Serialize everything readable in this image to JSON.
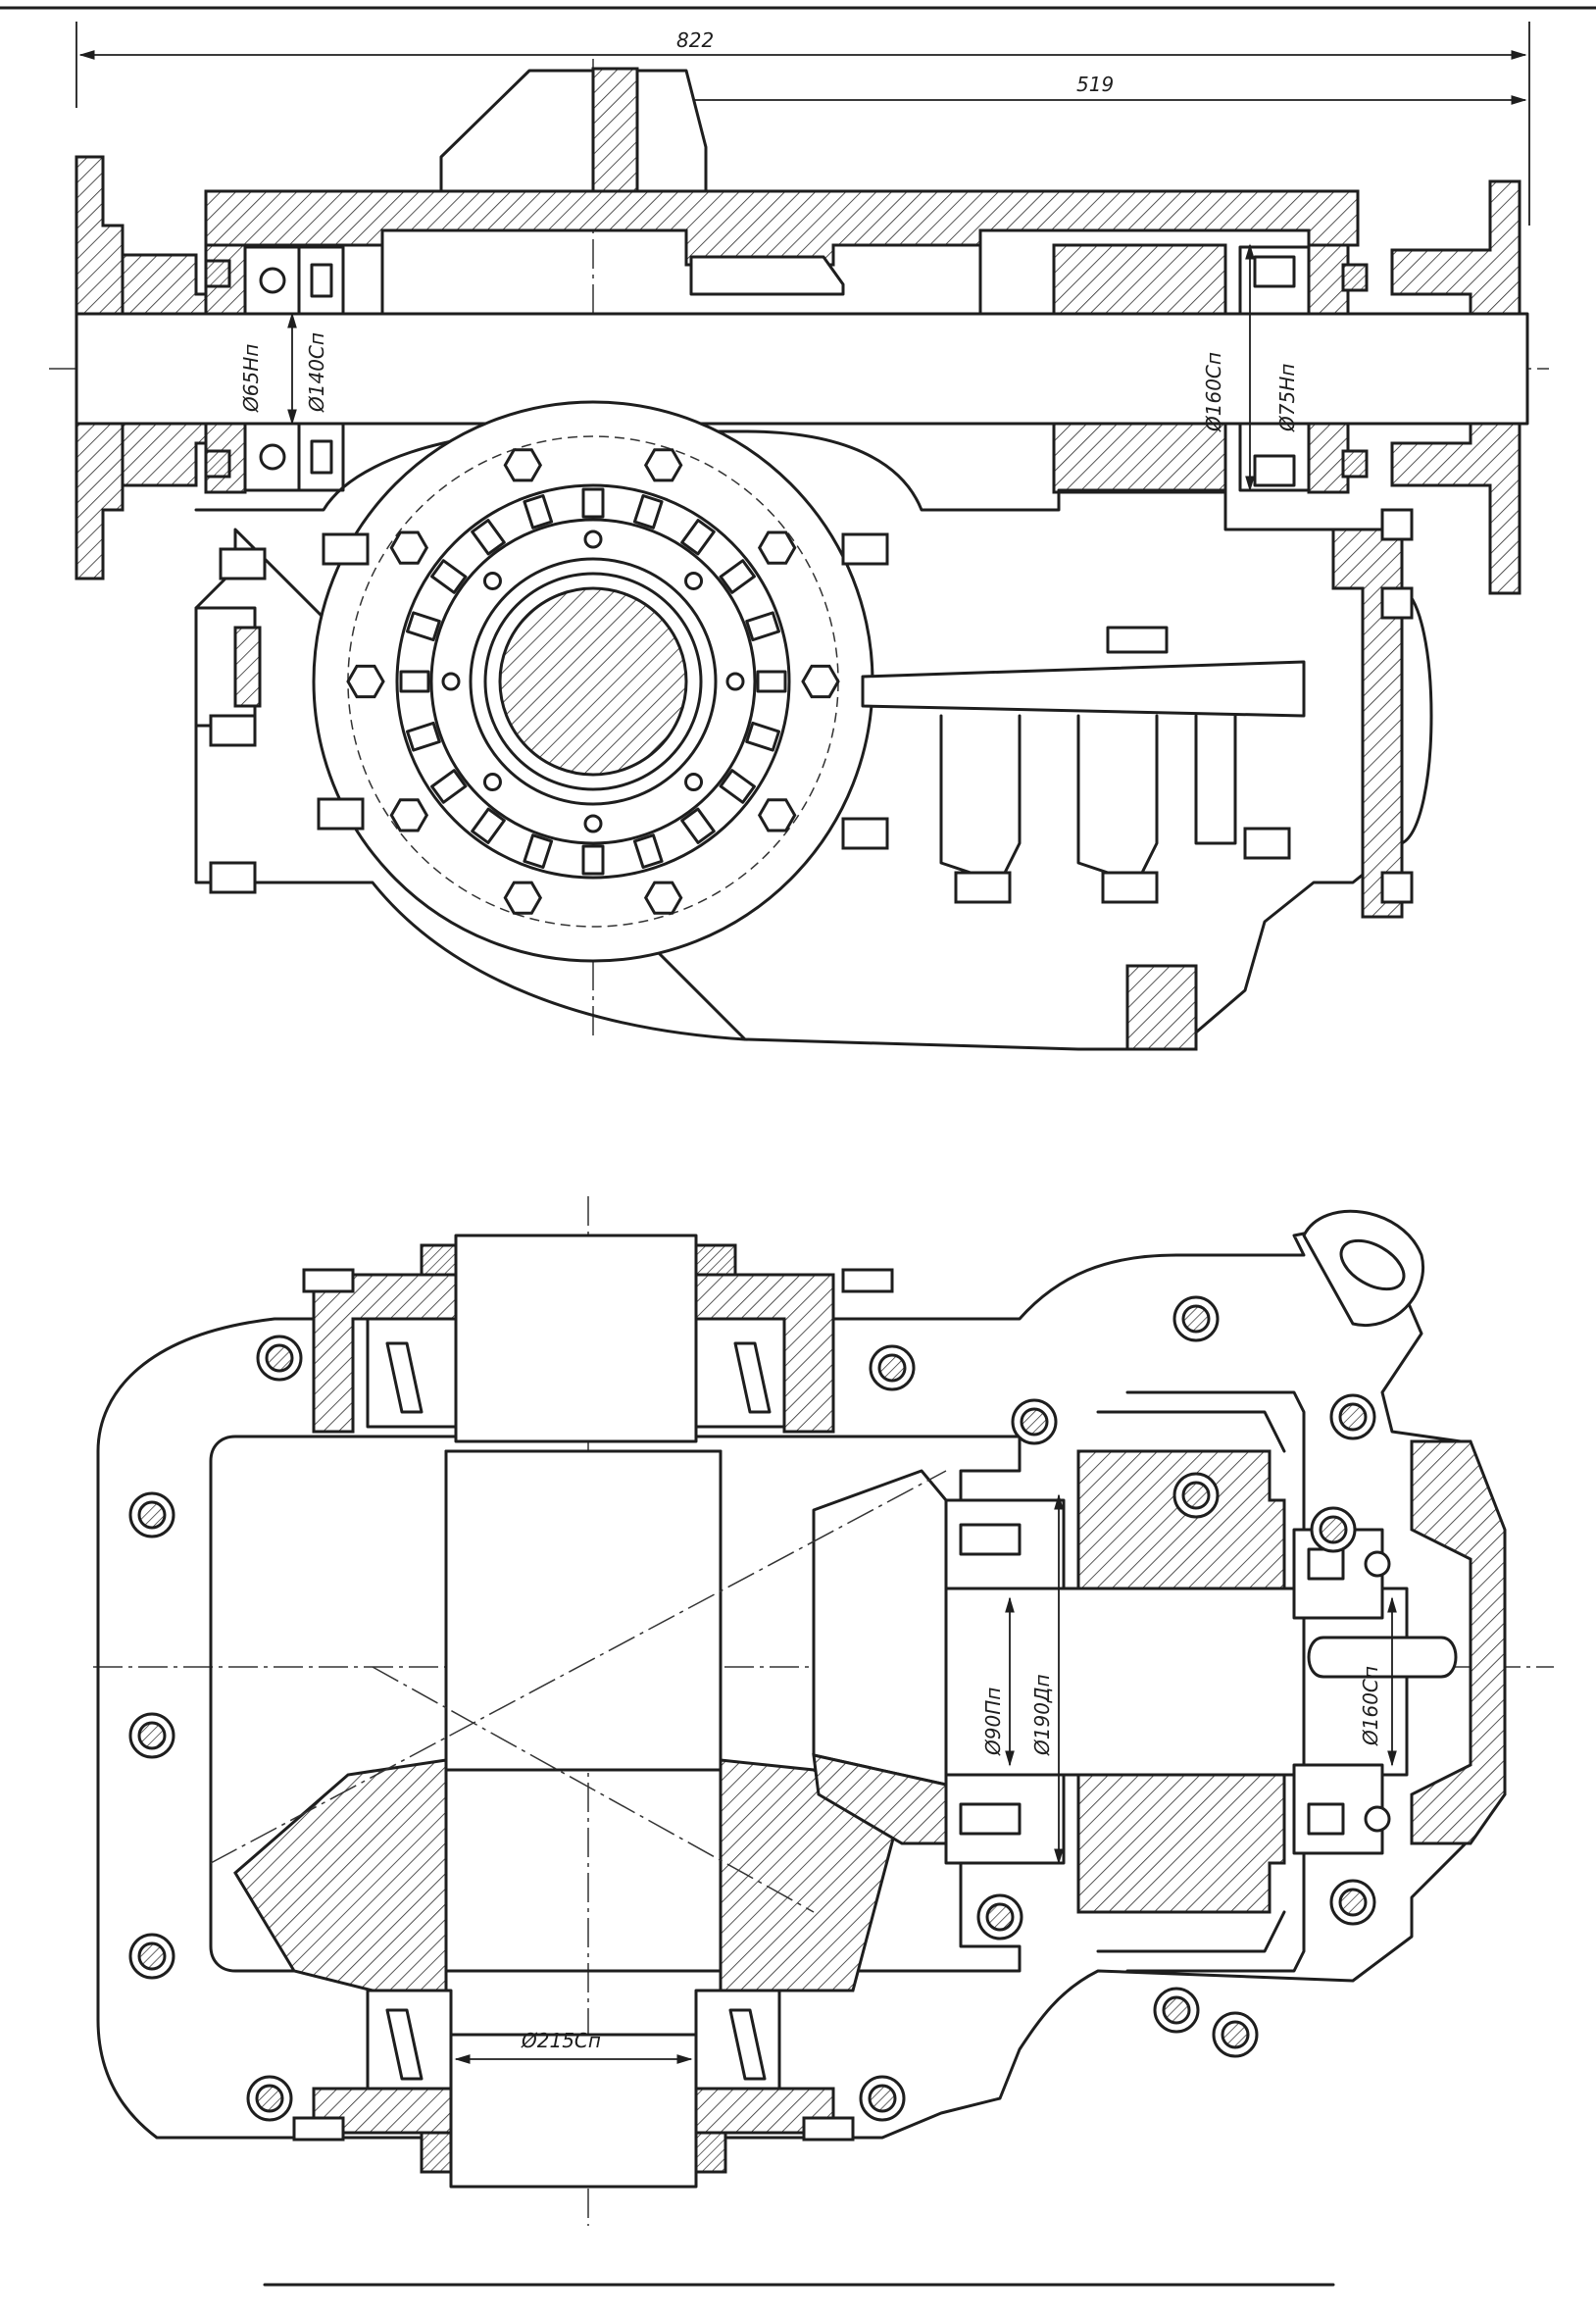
{
  "dimensions": {
    "overall_length": "822",
    "offset_length": "519",
    "left_shaft_inner": "Ø65Нп",
    "left_shaft_outer": "Ø140Сп",
    "right_shaft_outer": "Ø160Сп",
    "right_shaft_inner": "Ø75Нп",
    "pinion_shaft_inner": "Ø90Пп",
    "pinion_shaft_outer": "Ø190Дп",
    "pinion_bearing_right": "Ø160Сп",
    "wheel_bearing_bottom": "Ø215Сп"
  },
  "colors": {
    "ink": "#1e1e1e",
    "paper": "#ffffff"
  }
}
